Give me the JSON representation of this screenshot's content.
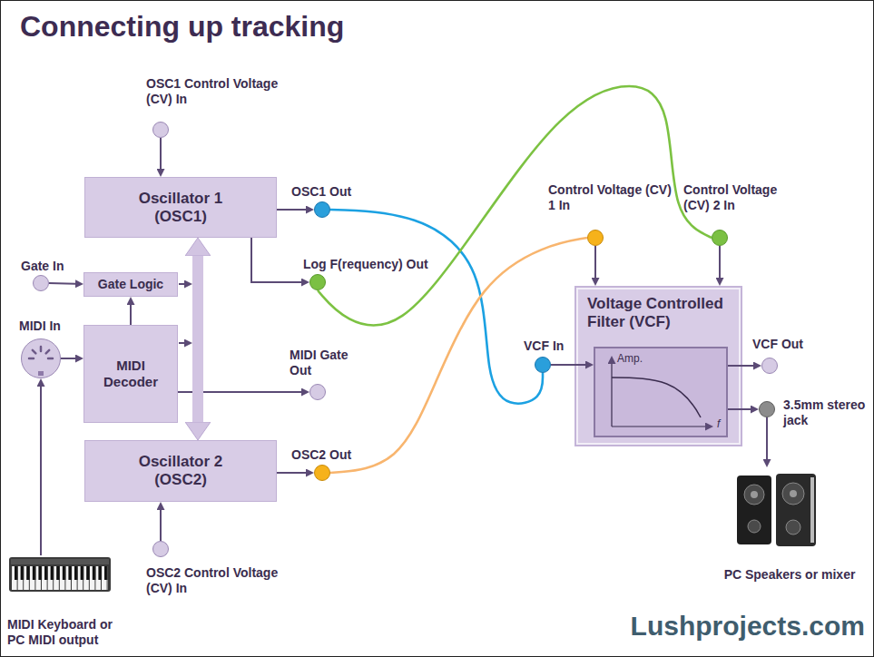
{
  "diagram": {
    "title": "Connecting up tracking",
    "nodes": [
      {
        "text": [
          "OSC1 Control Voltage (CV) In"
        ]
      },
      {
        "text": [
          "Oscillator 1 (OSC1)"
        ]
      },
      {
        "text": [
          "OSC1 Out"
        ]
      },
      {
        "text": [
          "Log F(requency) Out"
        ]
      },
      {
        "text": [
          "Gate In"
        ]
      },
      {
        "text": [
          "Gate Logic"
        ]
      },
      {
        "text": [
          "MIDI In"
        ]
      },
      {
        "text": [
          "MIDI Decoder"
        ]
      },
      {
        "text": [
          "MIDI Gate Out"
        ]
      },
      {
        "text": [
          "Oscillator 2 (OSC2)"
        ]
      },
      {
        "text": [
          "OSC2 Out"
        ]
      },
      {
        "text": [
          "OSC2 Control Voltage (CV) In"
        ]
      },
      {
        "text": [
          "MIDI Keyboard or PC MIDI output"
        ]
      },
      {
        "text": [
          "Control Voltage (CV) 1 In"
        ]
      },
      {
        "text": [
          "Control Voltage (CV) 2 In"
        ]
      },
      {
        "text": [
          "Voltage Controlled Filter (VCF)"
        ]
      },
      {
        "text": [
          "VCF In"
        ]
      },
      {
        "text": [
          "Amp.",
          "f"
        ],
        "in": 15
      },
      {
        "text": [
          "VCF Out"
        ]
      },
      {
        "text": [
          "3.5mm stereo jack"
        ]
      },
      {
        "text": [
          "PC Speakers or mixer"
        ]
      }
    ],
    "edges": [
      {
        "from": 0,
        "to": 1,
        "arrow": "to"
      },
      {
        "from": 1,
        "to": 2,
        "arrow": "to"
      },
      {
        "from": 1,
        "to": 3,
        "arrow": "to"
      },
      {
        "from": 4,
        "to": 5,
        "arrow": "to"
      },
      {
        "from": 7,
        "to": 5,
        "arrow": "to"
      },
      {
        "from": 6,
        "to": 7,
        "arrow": "to"
      },
      {
        "from": 12,
        "to": 6,
        "arrow": "to"
      },
      {
        "from": 7,
        "to": 8,
        "arrow": "to"
      },
      {
        "from": 9,
        "to": 10,
        "arrow": "to"
      },
      {
        "from": 11,
        "to": 9,
        "arrow": "to"
      },
      {
        "from": 1,
        "to": 9,
        "arrow": "both"
      },
      {
        "from": 2,
        "to": 16,
        "arrow": "none"
      },
      {
        "from": 3,
        "to": 14,
        "arrow": "none"
      },
      {
        "from": 10,
        "to": 13,
        "arrow": "none"
      },
      {
        "from": 13,
        "to": 15,
        "arrow": "to"
      },
      {
        "from": 14,
        "to": 15,
        "arrow": "to"
      },
      {
        "from": 16,
        "to": 17,
        "arrow": "to"
      },
      {
        "from": 17,
        "to": 18,
        "arrow": "to"
      },
      {
        "from": 17,
        "to": 19,
        "arrow": "to"
      },
      {
        "from": 19,
        "to": 20,
        "arrow": "to"
      }
    ],
    "labels": [
      "Lushprojects.com"
    ]
  }
}
